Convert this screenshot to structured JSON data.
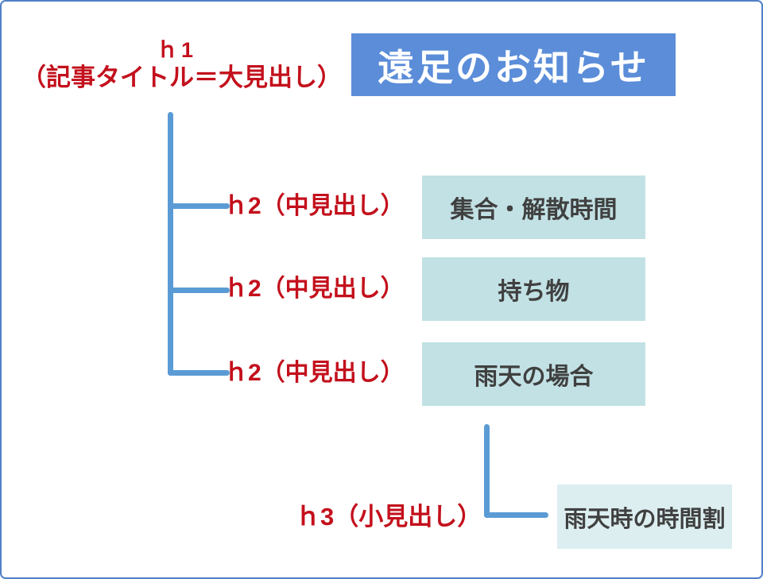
{
  "diagram": {
    "description_colors": {
      "canvas_border": "#4f81c7",
      "title_box_bg": "#5b8dd9",
      "title_text": "#ffffff",
      "connector_blue": "#5b9bd5",
      "label_red": "#c3101c",
      "h2_box_bg": "#c2e1e4",
      "h3_box_bg": "#dceef0",
      "box_text_gray": "#404040"
    },
    "h1": {
      "tag": "ｈ1",
      "description": "（記事タイトル＝大見出し）"
    },
    "title_box": {
      "text": "遠足のお知らせ"
    },
    "h2_rows": [
      {
        "label": "ｈ2（中見出し）",
        "box": "集合・解散時間"
      },
      {
        "label": "ｈ2（中見出し）",
        "box": "持ち物"
      },
      {
        "label": "ｈ2（中見出し）",
        "box": "雨天の場合"
      }
    ],
    "h3": {
      "label": "ｈ3（小見出し）",
      "box": "雨天時の時間割"
    }
  }
}
